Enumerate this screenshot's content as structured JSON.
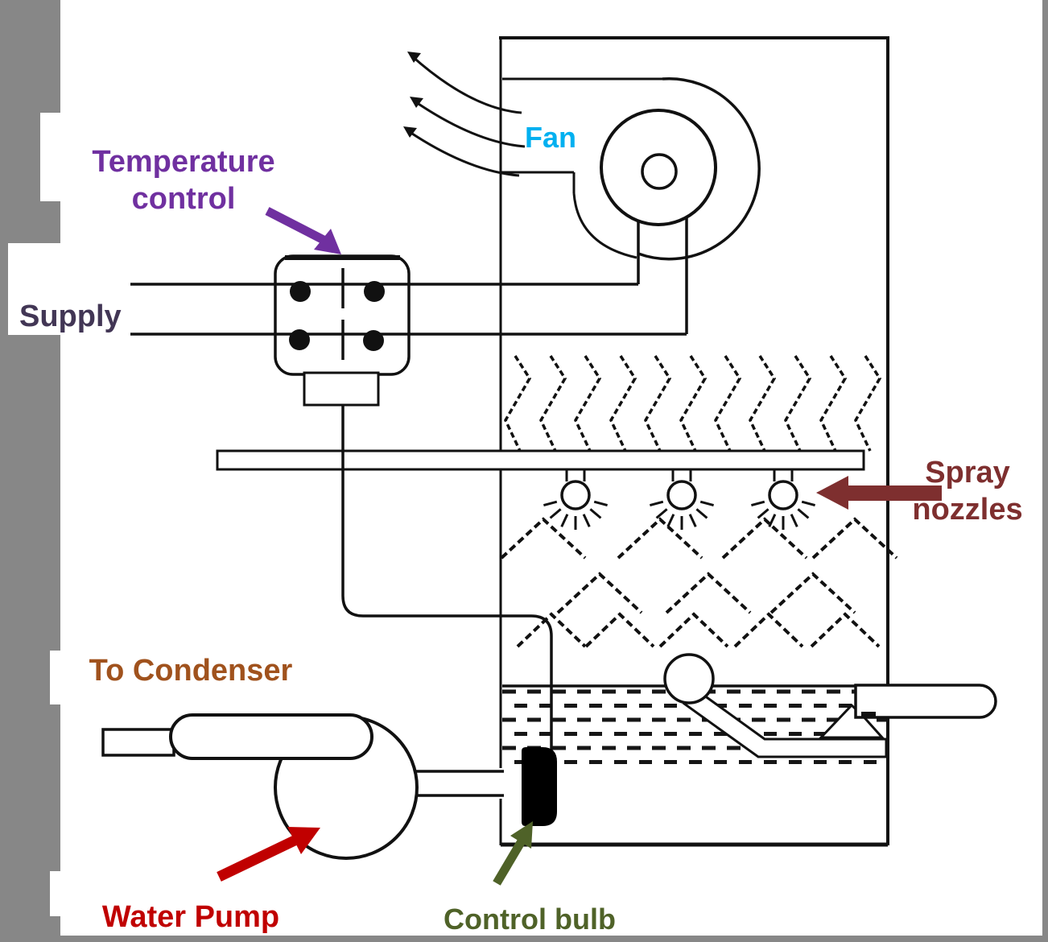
{
  "title": "Evaporative condenser diagram",
  "colors": {
    "purple": "#7030A0",
    "supply_ink": "#423655",
    "cyan": "#00B0F0",
    "maroon": "#7E2F2F",
    "brown": "#A0521D",
    "red": "#C00000",
    "green": "#4F6228",
    "frame_gray": "#878787",
    "ink": "#111111"
  },
  "labels": {
    "temperature_control": {
      "lines": [
        "Temperature",
        "control"
      ]
    },
    "supply": {
      "text": "Supply"
    },
    "fan": {
      "text": "Fan"
    },
    "spray_nozzles": {
      "lines": [
        "Spray",
        "nozzles"
      ]
    },
    "to_condenser": {
      "text": "To Condenser"
    },
    "water_pump": {
      "text": "Water Pump"
    },
    "control_bulb": {
      "text": "Control bulb"
    }
  },
  "components": [
    "fan-scroll",
    "fan-wheel",
    "fan-hub",
    "airflow-arrows",
    "thermostat-box",
    "supply-lines",
    "drift-eliminators",
    "spray-header-pipe",
    "spray-nozzles",
    "coil-chevrons",
    "water-sump",
    "float-ball",
    "float-valve",
    "makeup-water-pipe",
    "capillary-line",
    "control-bulb",
    "water-pump",
    "pump-discharge-pipe"
  ]
}
